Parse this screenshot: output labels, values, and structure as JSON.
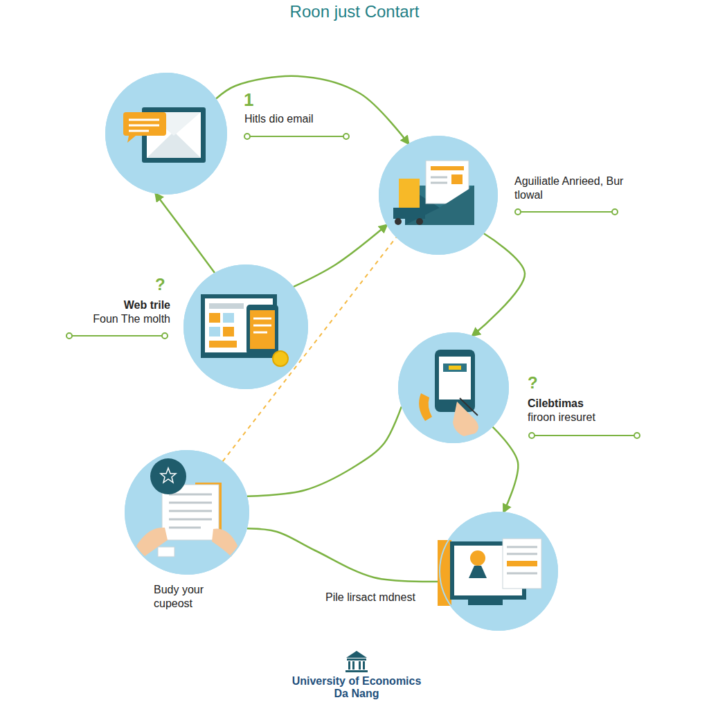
{
  "diagram": {
    "title": "Roon just Contart",
    "nodes": [
      {
        "text": [
          "Hitls dio email"
        ]
      },
      {
        "text": [
          "Aguiliatle Anrieed, Bur tlowal"
        ]
      },
      {
        "text": [
          "Web trile",
          "Foun The molth"
        ]
      },
      {
        "text": [
          "Cilebtimas",
          "firoon iresuret"
        ]
      },
      {
        "text": [
          "Budy your cupeost"
        ]
      },
      {
        "text": [
          "Pile lirsact mdnest"
        ]
      }
    ],
    "edges": [
      {
        "from": 0,
        "to": 1,
        "arrow": "to"
      },
      {
        "from": 2,
        "to": 0,
        "arrow": "to"
      },
      {
        "from": 2,
        "to": 1,
        "arrow": "to"
      },
      {
        "from": 1,
        "to": 3,
        "arrow": "to"
      },
      {
        "from": 3,
        "to": 5,
        "arrow": "to"
      },
      {
        "from": 4,
        "to": 3,
        "arrow": "none"
      },
      {
        "from": 5,
        "to": 4,
        "arrow": "none"
      },
      {
        "from": 4,
        "to": 1,
        "arrow": "none"
      }
    ],
    "labels": [
      "1",
      "?",
      "?",
      "University of Economics Da Nang"
    ]
  }
}
